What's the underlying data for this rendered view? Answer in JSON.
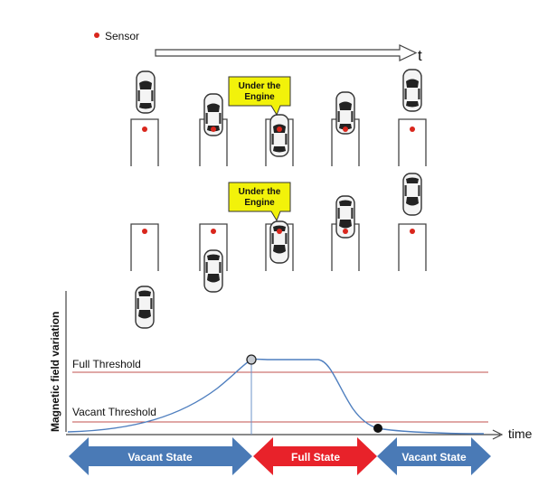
{
  "legend": {
    "sensor_label": "Sensor"
  },
  "time_arrow_label": "t",
  "callout_text": {
    "line1": "Under the",
    "line2": "Engine"
  },
  "graph": {
    "ylabel": "Magnetic field variation",
    "xlabel": "time",
    "full_threshold_label": "Full Threshold",
    "vacant_threshold_label": "Vacant Threshold"
  },
  "states": [
    {
      "label": "Vacant State",
      "color": "#4a7ab6"
    },
    {
      "label": "Full State",
      "color": "#e8222a"
    },
    {
      "label": "Vacant State",
      "color": "#4a7ab6"
    }
  ],
  "colors": {
    "sensor": "#d9261c",
    "curve": "#4f7fbf",
    "threshold": "#c0504d",
    "callout": "#f2f20a"
  }
}
